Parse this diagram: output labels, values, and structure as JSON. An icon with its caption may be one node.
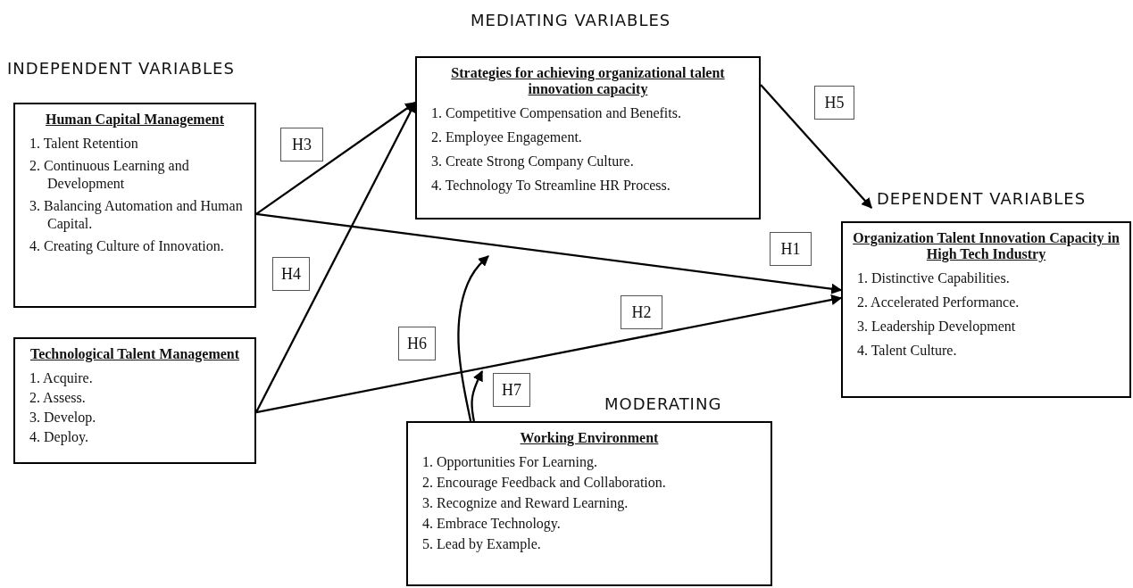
{
  "diagram": {
    "nodes": [
      {
        "beside": [
          "INDEPENDENT VARIABLES"
        ],
        "text": [
          "Human Capital Management",
          "1. Talent Retention",
          "2. Continuous Learning and Development",
          "3. Balancing Automation and Human Capital.",
          "4. Creating Culture of Innovation."
        ]
      },
      {
        "text": [
          "Technological Talent Management",
          "1. Acquire.",
          "2. Assess.",
          "3. Develop.",
          "4. Deploy."
        ]
      },
      {
        "beside": [
          "MEDIATING VARIABLES"
        ],
        "text": [
          "Strategies for achieving organizational talent innovation capacity",
          "1. Competitive Compensation and Benefits.",
          "2. Employee Engagement.",
          "3. Create Strong Company Culture.",
          "4. Technology To Streamline HR Process."
        ]
      },
      {
        "beside": [
          "DEPENDENT VARIABLES"
        ],
        "text": [
          "Organization Talent Innovation Capacity in High Tech Industry",
          "1. Distinctive Capabilities.",
          "2. Accelerated Performance.",
          "3. Leadership Development",
          "4. Talent Culture."
        ]
      },
      {
        "beside": [
          "MODERATING"
        ],
        "text": [
          "Working Environment",
          "1. Opportunities For Learning.",
          "2. Encourage Feedback and Collaboration.",
          "3. Recognize and Reward Learning.",
          "4. Embrace Technology.",
          "5. Lead by Example."
        ]
      }
    ],
    "edges": [
      {
        "from": 0,
        "to": 2,
        "arrow": "to",
        "label": "H3"
      },
      {
        "from": 0,
        "to": 3,
        "arrow": "to",
        "label": "H1"
      },
      {
        "from": 1,
        "to": 2,
        "arrow": "to",
        "label": "H4"
      },
      {
        "from": 1,
        "to": 3,
        "arrow": "to",
        "label": "H2"
      },
      {
        "from": 2,
        "to": 3,
        "arrow": "to",
        "label": "H5"
      },
      {
        "from": 4,
        "to": null,
        "arrow": "to",
        "label": "H6"
      },
      {
        "from": 4,
        "to": null,
        "arrow": "to",
        "label": "H7"
      }
    ]
  }
}
